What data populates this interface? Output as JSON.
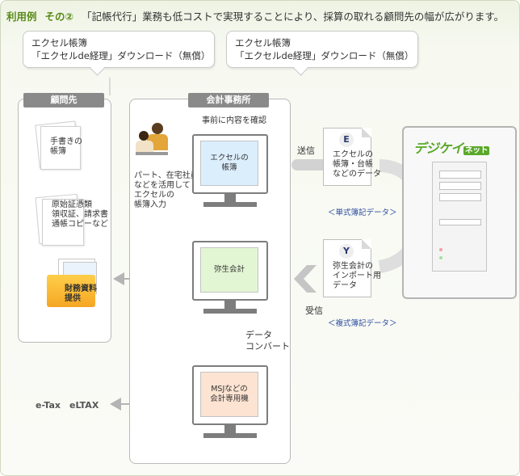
{
  "header": {
    "tag": "利用例",
    "number": "その②",
    "text": "「記帳代行」業務も低コストで実現することにより、採算の取れる顧問先の幅が広がります。"
  },
  "bubbles": [
    {
      "line1": "エクセル帳簿",
      "line2": "「エクセルde経理」ダウンロード（無償）"
    },
    {
      "line1": "エクセル帳簿",
      "line2": "「エクセルde経理」ダウンロード（無償）"
    }
  ],
  "client": {
    "title": "顧問先",
    "items": [
      {
        "label": "手書きの\n帳簿"
      },
      {
        "label": "原始証憑類\n領収証、請求書\n通帳コピーなど"
      },
      {
        "label": "財務資料\n提供"
      }
    ]
  },
  "office": {
    "title": "会計事務所",
    "confirm": "事前に内容を確認",
    "staff_note": "パート、在宅社員\nなどを活用して\nエクセルの\n帳簿入力",
    "monitors": [
      {
        "label": "エクセルの\n帳簿",
        "color": "#dbeefc"
      },
      {
        "label": "弥生会計",
        "color": "#e3f6d4"
      },
      {
        "label": "MSJなどの\n会計専用機",
        "color": "#fde3d2"
      }
    ],
    "convert": "データ\nコンバート"
  },
  "exports": "e-Tax　eLTAX",
  "flow": {
    "send": "送信",
    "receive": "受信"
  },
  "docs": [
    {
      "badge": "E",
      "text": "エクセルの\n帳簿・台帳\nなどのデータ",
      "caption": "＜単式簿記データ＞"
    },
    {
      "badge": "Y",
      "text": "弥生会計の\nインポート用\nデータ",
      "caption": "＜複式簿記データ＞"
    }
  ],
  "server": {
    "brand": "デジケイ",
    "brand_suffix": "ネット"
  },
  "colors": {
    "accent_green": "#5a8a1a",
    "arrow_gray": "#b4b4b4",
    "caption_blue": "#2a4aa0"
  }
}
